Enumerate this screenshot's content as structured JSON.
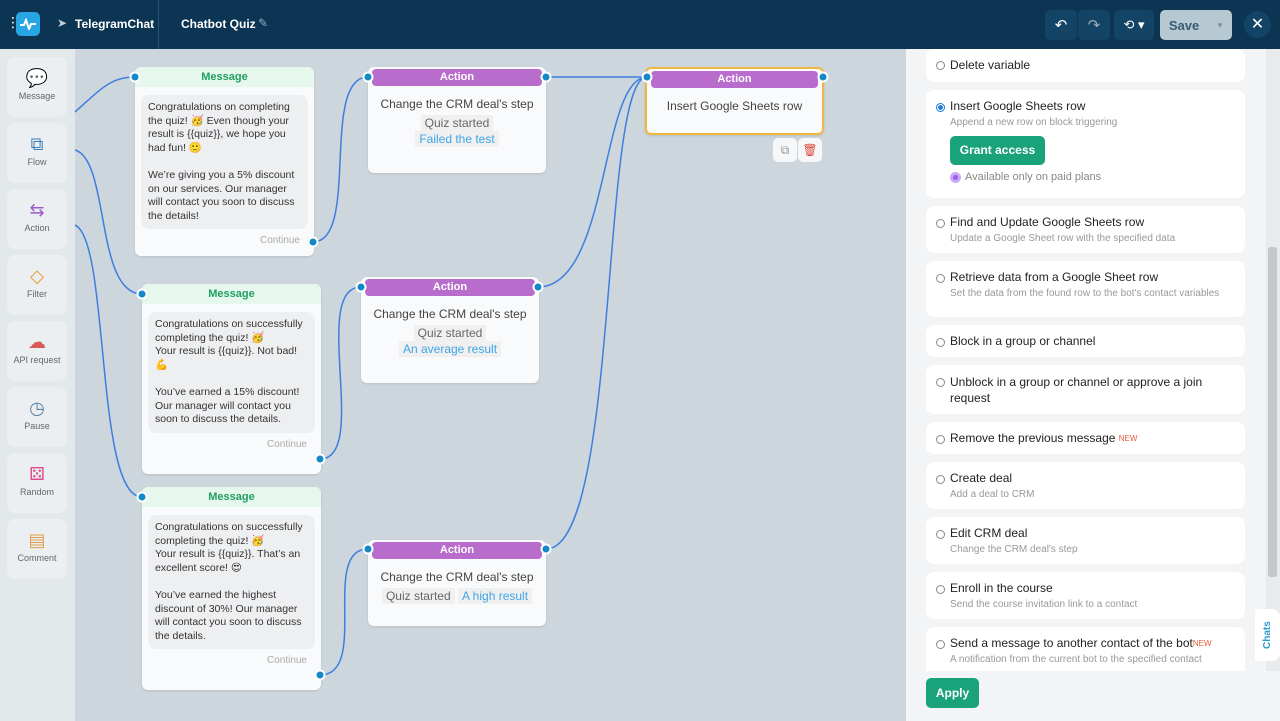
{
  "header": {
    "app_name": "TelegramChat",
    "bot_title": "Chatbot Quiz",
    "save_label": "Save"
  },
  "sidebar": {
    "items": [
      {
        "label": "Message",
        "icon": "chat-bubble-icon"
      },
      {
        "label": "Flow",
        "icon": "flow-icon"
      },
      {
        "label": "Action",
        "icon": "action-icon"
      },
      {
        "label": "Filter",
        "icon": "filter-icon"
      },
      {
        "label": "API request",
        "icon": "cloud-icon"
      },
      {
        "label": "Pause",
        "icon": "timer-icon"
      },
      {
        "label": "Random",
        "icon": "dice-icon"
      },
      {
        "label": "Comment",
        "icon": "note-icon"
      }
    ]
  },
  "canvas": {
    "messages": [
      {
        "header": "Message",
        "text": "Congratulations on completing the quiz! 🥳 Even though your result is {{quiz}}, we hope you had fun! 🙂\n\nWe’re giving you a 5% discount on our services. Our manager will contact you soon to discuss the details!",
        "continue": "Continue"
      },
      {
        "header": "Message",
        "text": "Congratulations on successfully completing the quiz! 🥳\nYour result is {{quiz}}. Not bad! 💪\n\nYou’ve earned a 15% discount! Our manager will contact you soon to discuss the details.",
        "continue": "Continue"
      },
      {
        "header": "Message",
        "text": "Congratulations on successfully completing the quiz! 🥳\nYour result is {{quiz}}. That’s an excellent score! 😍\n\nYou’ve earned the highest discount of 30%! Our manager will contact you soon to discuss the details.",
        "continue": "Continue"
      }
    ],
    "actions": [
      {
        "header": "Action",
        "title": "Change the CRM deal's step",
        "from": "Quiz started",
        "to": "Failed the test"
      },
      {
        "header": "Action",
        "title": "Change the CRM deal's step",
        "from": "Quiz started",
        "to": "An average result"
      },
      {
        "header": "Action",
        "title": "Change the CRM deal's step",
        "from": "Quiz started",
        "to": "A high result"
      },
      {
        "header": "Action",
        "title": "Insert Google Sheets row"
      }
    ]
  },
  "panel": {
    "options": [
      {
        "title": "Delete variable"
      },
      {
        "title": "Insert Google Sheets row",
        "subtitle": "Append a new row on block triggering",
        "selected": true,
        "button": "Grant access",
        "note": "Available only on paid plans"
      },
      {
        "title": "Find and Update Google Sheets row",
        "subtitle": "Update a Google Sheet row with the specified data"
      },
      {
        "title": "Retrieve data from a Google Sheet row",
        "subtitle": "Set the data from the found row to the bot's contact variables"
      },
      {
        "title": "Block in a group or channel"
      },
      {
        "title": "Unblock in a group or channel or approve a join request"
      },
      {
        "title": "Remove the previous message",
        "badge": "NEW"
      },
      {
        "title": "Create deal",
        "subtitle": "Add a deal to CRM"
      },
      {
        "title": "Edit CRM deal",
        "subtitle": "Change the CRM deal's step"
      },
      {
        "title": "Enroll in the course",
        "subtitle": "Send the course invitation link to a contact"
      },
      {
        "title": "Send a message to another contact of the bot",
        "badge": "NEW",
        "subtitle": "A notification from the current bot to the specified contact"
      }
    ],
    "apply_label": "Apply",
    "chats_tab": "Chats"
  },
  "colors": {
    "header": "#0b3552",
    "accent_green": "#1aa37a",
    "action_purple": "#b86dcc",
    "connector": "#1289c8"
  }
}
